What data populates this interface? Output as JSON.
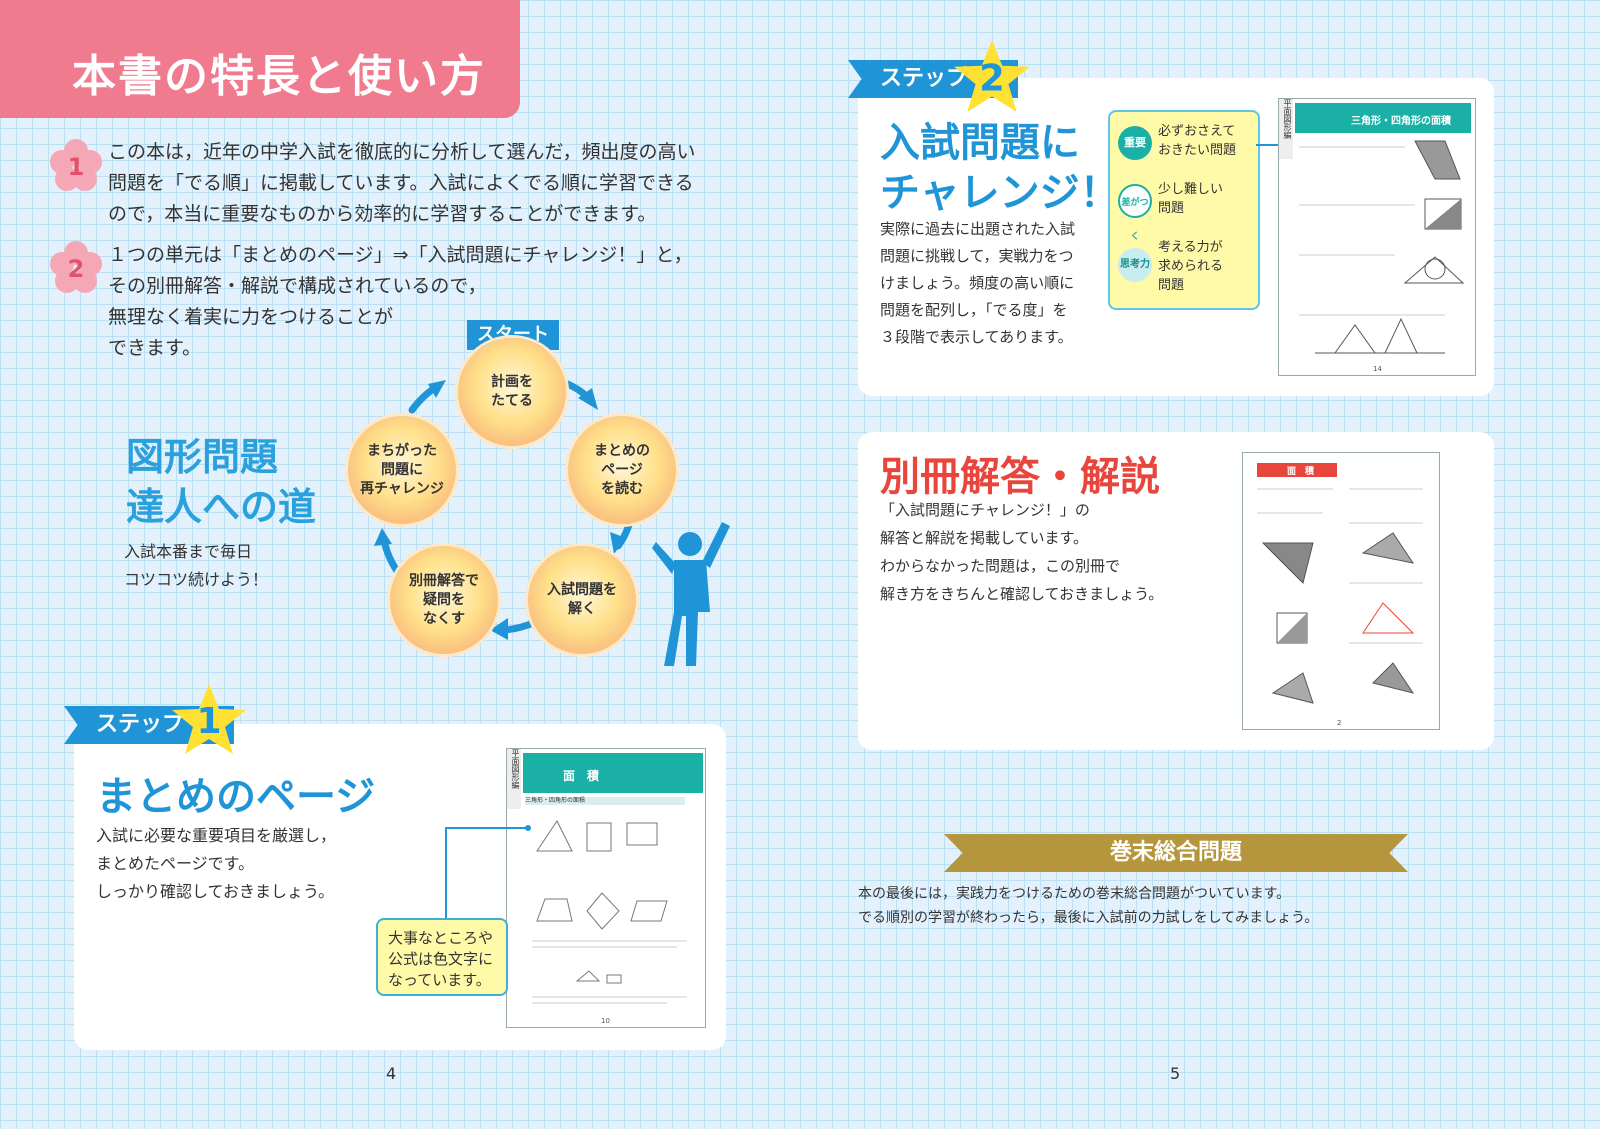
{
  "page_title": "本書の特長と使い方",
  "intro": {
    "item1_number": "1",
    "item1_lines": [
      "この本は，近年の中学入試を徹底的に分析して選んだ，頻出度の高い",
      "問題を「でる順」に掲載しています。入試によくでる順に学習できる",
      "ので，本当に重要なものから効率的に学習することができます。"
    ],
    "item2_number": "2",
    "item2_lines": [
      "１つの単元は「まとめのページ」⇒「入試問題にチャレンジ！」と，",
      "その別冊解答・解説で構成されているので，",
      "無理なく着実に力をつけることが",
      "できます。"
    ]
  },
  "cycle": {
    "start_label": "スタート",
    "steps": [
      "計画を\nたてる",
      "まとめの\nページ\nを読む",
      "入試問題を\n解く",
      "別冊解答で\n疑問を\nなくす",
      "まちがった\n問題に\n再チャレンジ"
    ],
    "road_title_line1": "図形問題",
    "road_title_line2": "達人への道",
    "road_sub_line1": "入試本番まで毎日",
    "road_sub_line2": "コツコツ続けよう！"
  },
  "step1": {
    "tag": "ステップ",
    "number": "1",
    "title": "まとめのページ",
    "lines": [
      "入試に必要な重要項目を厳選し，",
      "まとめたページです。",
      "しっかり確認しておきましょう。"
    ],
    "callout": "大事なところや\n公式は色文字に\nなっています。",
    "sample_header": "面　積",
    "sample_side": "平面図形編",
    "sample_section": "三角形・四角形の面積",
    "sample_page": "10"
  },
  "step2": {
    "tag": "ステップ",
    "number": "2",
    "title_line1": "入試問題に",
    "title_line2": "チャレンジ！",
    "lines": [
      "実際に過去に出題された入試",
      "問題に挑戦して，実戦力をつ",
      "けましょう。頻度の高い順に",
      "問題を配列し，「でる度」を",
      "３段階で表示してあります。"
    ],
    "legend": [
      {
        "badge": "重要",
        "text": "必ずおさえて\nおきたい問題"
      },
      {
        "badge": "差がつく",
        "text": "少し難しい\n問題"
      },
      {
        "badge": "思考力",
        "text": "考える力が\n求められる\n問題"
      }
    ],
    "sample_header": "三角形・四角形の面積",
    "sample_side": "平面図形編",
    "sample_page": "14"
  },
  "answers": {
    "title": "別冊解答・解説",
    "lines": [
      "「入試問題にチャレンジ！」の",
      "解答と解説を掲載しています。",
      "わからなかった問題は，この別冊で",
      "解き方をきちんと確認しておきましょう。"
    ],
    "sample_header": "面　積",
    "sample_page": "2"
  },
  "final": {
    "banner": "巻末総合問題",
    "lines": [
      "本の最後には，実践力をつけるための巻末総合問題がついています。",
      "でる順別の学習が終わったら，最後に入試前の力試しをしてみましょう。"
    ]
  },
  "page_numbers": {
    "left": "4",
    "right": "5"
  },
  "colors": {
    "pink": "#f07a8e",
    "blue": "#1f95d8",
    "red": "#e8453c",
    "gold": "#b5963c",
    "teal": "#1ab0a6"
  }
}
